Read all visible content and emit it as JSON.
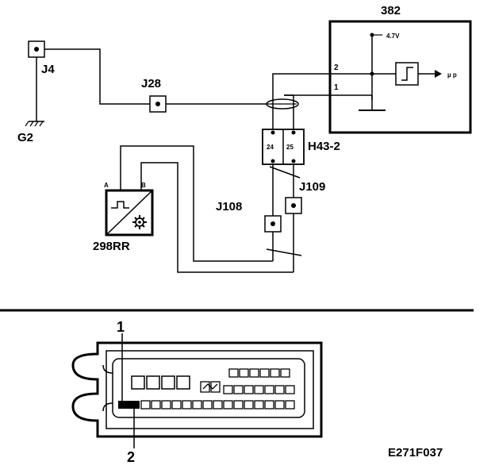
{
  "diagram": {
    "ecu_label": "382",
    "voltage_label": "4.7V",
    "ecu_pin_2": "2",
    "ecu_pin_1": "1",
    "output_label": "µ p",
    "j4_label": "J4",
    "g2_label": "G2",
    "j28_label": "J28",
    "connector_label": "H43-2",
    "pin_24": "24",
    "pin_25": "25",
    "j109_label": "J109",
    "j108_label": "J108",
    "sensor_pin_a": "A",
    "sensor_pin_b": "B",
    "sensor_label": "298RR",
    "callout_1": "1",
    "callout_2": "2",
    "figure_code": "E271F037"
  }
}
